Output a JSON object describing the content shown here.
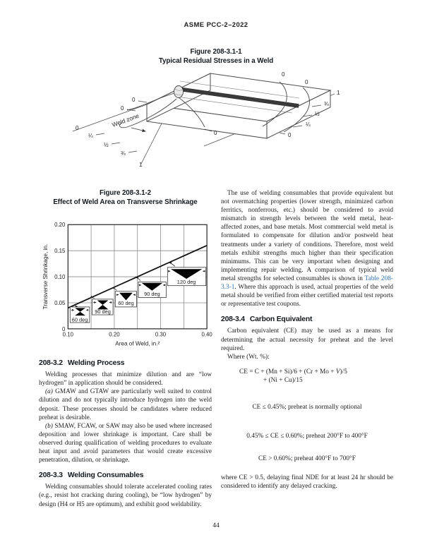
{
  "page": {
    "header": "ASME PCC-2–2022",
    "page_number": "44"
  },
  "figure1": {
    "title1": "Figure 208-3.1-1",
    "title2": "Typical Residual Stresses in a Weld",
    "weld_zone": "Weld zone",
    "left_scale": [
      "0",
      "¼",
      "½",
      "¾",
      "1"
    ],
    "right_scale": [
      "1",
      "¾",
      "½",
      "¼"
    ],
    "zeros": [
      "0",
      "0",
      "0",
      "0",
      "0",
      "0",
      "0",
      "0"
    ]
  },
  "figure2": {
    "title1": "Figure 208-3.1-2",
    "title2": "Effect of Weld Area on Transverse Shrinkage"
  },
  "chart_data": {
    "type": "line",
    "title": "Effect of Weld Area on Transverse Shrinkage",
    "xlabel": "Area of Weld, in.²",
    "ylabel": "Transverse Shrinkage, in.",
    "xlim": [
      0.1,
      0.4
    ],
    "ylim": [
      0,
      0.2
    ],
    "x_ticks": [
      "0.10",
      "0.20",
      "0.30",
      "0.40"
    ],
    "y_ticks": [
      "0",
      "0.05",
      "0.10",
      "0.15",
      "0.20"
    ],
    "grid": true,
    "line": {
      "x": [
        0.1,
        0.4
      ],
      "y": [
        0.04,
        0.16
      ]
    },
    "annotations": [
      {
        "label": "60 deg",
        "type": "double-V-groove",
        "x": 0.125,
        "y": 0.028
      },
      {
        "label": "90 deg",
        "type": "double-V-groove",
        "x": 0.175,
        "y": 0.042
      },
      {
        "label": "60 deg",
        "type": "single-V-groove",
        "x": 0.225,
        "y": 0.057
      },
      {
        "label": "90 deg",
        "type": "single-V-groove",
        "x": 0.28,
        "y": 0.075
      },
      {
        "label": "120 deg",
        "type": "single-V-groove",
        "x": 0.355,
        "y": 0.1
      }
    ]
  },
  "sec_3_2": {
    "num": "208-3.2",
    "title": "Welding Process",
    "p1": "Welding processes that minimize dilution and are “low hydrogen” in application should be considered.",
    "pa_label": "(a)",
    "pa": " GMAW and GTAW are particularly well suited to control dilution and do not typically introduce hydrogen into the weld deposit. These processes should be candidates where reduced preheat is desirable.",
    "pb_label": "(b)",
    "pb": " SMAW, FCAW, or SAW may also be used where increased deposition and lower shrinkage is important. Care shall be observed during qualification of welding procedures to evaluate heat input and avoid parameters that would create excessive penetration, dilution, or shrinkage."
  },
  "sec_3_3": {
    "num": "208-3.3",
    "title": "Welding Consumables",
    "p1": "Welding consumables should tolerate accelerated cooling rates (e.g., resist hot cracking during cooling), be “low hydrogen” by design (H4 or H5 are optimum), and exhibit good weldability."
  },
  "right_col": {
    "para1_a": "The use of welding consumables that provide equivalent but not overmatching properties (lower strength, minimized carbon ferritics, nonferrous, etc.) should be considered to avoid mismatch in strength levels between the weld metal, heat-affected zones, and base metals. Most commercial weld metal is formulated to compensate for dilution and/or postweld heat treatments under a variety of conditions. Therefore, most weld metals exhibit strengths much higher than their specification minimums. This can be very important when designing and implementing repair welding. A comparison of typical weld metal strengths for selected consumables is shown in ",
    "para1_link": "Table 208-3.3-1",
    "para1_b": ". Where this approach is used, actual properties of the weld metal should be verified from either certified material test reports or representative test coupons."
  },
  "sec_3_4": {
    "num": "208-3.4",
    "title": "Carbon Equivalent",
    "p1": "Carbon equivalent (CE) may be used as a means for determining the actual necessity for preheat and the level required.",
    "p2": "Where (Wt. %):",
    "eq_line1_pre": "CE  =  C + (Mn + Si)/6 + (Cr + Mo + ",
    "eq_v": "V",
    "eq_line1_post": ")/5",
    "eq_line2": "+ (Ni + Cu)/15",
    "cond1": "CE ≤ 0.45%; preheat is normally optional",
    "cond2": "0.45% ≤ CE ≤ 0.60%; preheat 200°F to 400°F",
    "cond3": "CE > 0.60%; preheat 400°F to 700°F",
    "p3": "where CE > 0.5, delaying final NDE for at least 24 hr should be considered to identify any delayed cracking."
  }
}
